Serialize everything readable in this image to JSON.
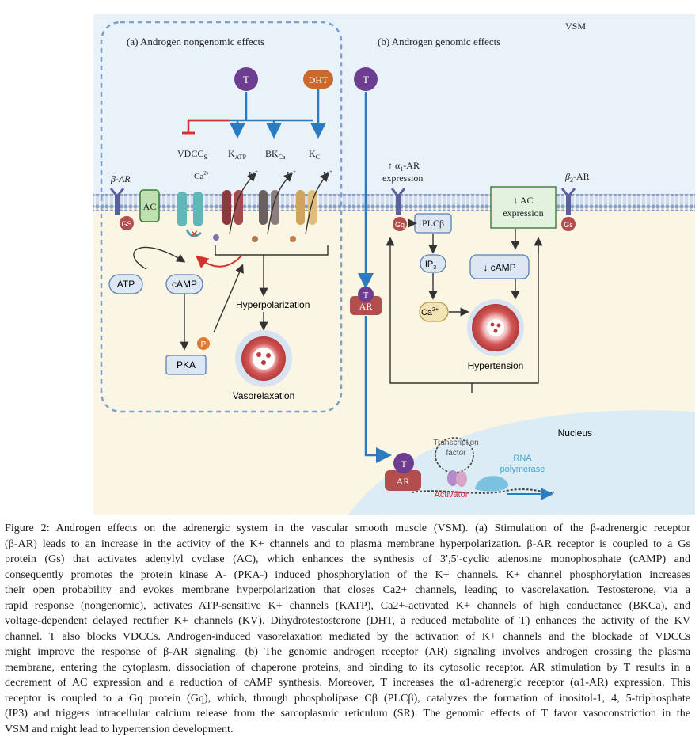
{
  "panel_a": {
    "title": "(a) Androgen nongenomic effects",
    "t_circle": "T",
    "dht_circle": "DHT",
    "vdcc_label": "VDCC",
    "vdcc_sub": "S",
    "katp_label": "K",
    "katp_sub": "ATP",
    "bkca_label": "BK",
    "bkca_sub": "Ca",
    "kc_label": "K",
    "kc_sub": "C",
    "ca_label": "Ca",
    "ca_sup": "2+",
    "k_label": "K",
    "k_sup": "+",
    "beta_ar": "β-AR",
    "ac": "AC",
    "gs": "GS",
    "atp": "ATP",
    "camp": "cAMP",
    "p": "P",
    "pka": "PKA",
    "hyperpolarization": "Hyperpolarization",
    "vasorelaxation": "Vasorelaxation"
  },
  "panel_b": {
    "title": "(b) Androgen genomic effects",
    "vsm": "VSM",
    "t_circle": "T",
    "alpha_expr_line1": "↑ α",
    "alpha_sub": "1",
    "alpha_expr_ar": "-AR",
    "alpha_expr_line2": "expression",
    "beta2_ar": "β",
    "beta2_sub": "2",
    "beta2_suffix": "-AR",
    "ac_expr_line1": "↓ AC",
    "ac_expr_line2": "expression",
    "gq": "Gq",
    "gs": "Gs",
    "plc": "PLCβ",
    "ip3": "IP",
    "ip3_sub": "3",
    "ca": "Ca",
    "ca_sup": "2+",
    "camp": "↓ cAMP",
    "ar_t": "T",
    "ar": "AR",
    "hypertension": "Hypertension",
    "nucleus": "Nucleus",
    "tf_line1": "Transcription",
    "tf_line2": "factor",
    "rna_line1": "RNA",
    "rna_line2": "polymerase",
    "activator": "Activator",
    "nuc_t": "T",
    "nuc_ar": "AR"
  },
  "caption": {
    "lines": [
      "Figure 2: Androgen effects on the adrenergic system in the vascular smooth muscle (VSM). (a) Stimulation of the β-adrenergic receptor",
      "(β-AR) leads to an increase in the activity of the K+ channels and to plasma membrane hyperpolarization. β-AR receptor is coupled to a Gs",
      "protein (Gs) that activates adenylyl cyclase (AC), which enhances the synthesis of 3′,5′-cyclic adenosine monophosphate (cAMP) and",
      "consequently promotes the protein kinase A- (PKA-) induced phosphorylation of the K+ channels. K+ channel phosphorylation increases",
      "their open probability and evokes membrane hyperpolarization that closes Ca2+ channels, leading to vasorelaxation. Testosterone, via a",
      "rapid response (nongenomic), activates ATP-sensitive K+ channels (KATP), Ca2+-activated K+ channels of high conductance (BKCa), and",
      "voltage-dependent delayed rectifier K+ channels (KV). Dihydrotestosterone (DHT, a reduced metabolite of T) enhances the activity of the KV",
      "channel. T also blocks VDCCs. Androgen-induced vasorelaxation mediated by the activation of K+ channels and the blockade of VDCCs",
      "might improve the response of β-AR signaling. (b) The genomic androgen receptor (AR) signaling involves androgen crossing the plasma",
      "membrane, entering the cytoplasm, dissociation of chaperone proteins, and binding to its cytosolic receptor. AR stimulation by T results in a",
      "decrement of AC expression and a reduction of cAMP synthesis. Moreover, T increases the α1-adrenergic receptor (α1-AR) expression. This",
      "receptor is coupled to a Gq protein (Gq), which, through phospholipase Cβ (PLCβ), catalyzes the formation of inositol-1, 4, 5-triphosphate",
      "(IP3) and triggers intracellular calcium release from the sarcoplasmic reticulum (SR). The genomic effects of T favor vasoconstriction in the",
      "VSM and might lead to hypertension development."
    ]
  },
  "colors": {
    "cytoplasm": "#fbf6e4",
    "extracellular": "#e9f1f9",
    "nucleus": "#dcecf4",
    "membrane": "#7d96bd",
    "purple": "#6c3d91",
    "orange": "#c9692e",
    "blue_arrow": "#2a7bbf",
    "red_arrow": "#d2342c",
    "box_blue": "#dde7f4",
    "box_green": "#e3f1df"
  }
}
